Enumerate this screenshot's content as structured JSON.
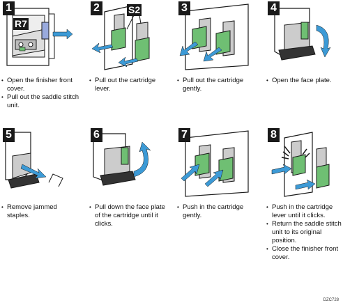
{
  "colors": {
    "accent_green": "#6fbf73",
    "arrow_blue": "#3c9ad6",
    "line": "#1a1a1a"
  },
  "steps": [
    {
      "number": "1",
      "tag": "R7",
      "items": [
        "Open the finisher front cover.",
        "Pull out the saddle stitch unit."
      ]
    },
    {
      "number": "2",
      "tag": "S2",
      "items": [
        "Pull out the cartridge lever."
      ]
    },
    {
      "number": "3",
      "items": [
        "Pull out the cartridge gently."
      ]
    },
    {
      "number": "4",
      "items": [
        "Open the face plate."
      ]
    },
    {
      "number": "5",
      "items": [
        "Remove jammed staples."
      ]
    },
    {
      "number": "6",
      "items": [
        "Pull down the face plate of the cartridge until it clicks."
      ]
    },
    {
      "number": "7",
      "items": [
        "Push in the cartridge gently."
      ]
    },
    {
      "number": "8",
      "items": [
        "Push in the cartridge lever until it clicks.",
        "Return the saddle stitch unit to its original position.",
        "Close the finisher front cover."
      ]
    }
  ],
  "footer": {
    "code": "DZC728"
  }
}
